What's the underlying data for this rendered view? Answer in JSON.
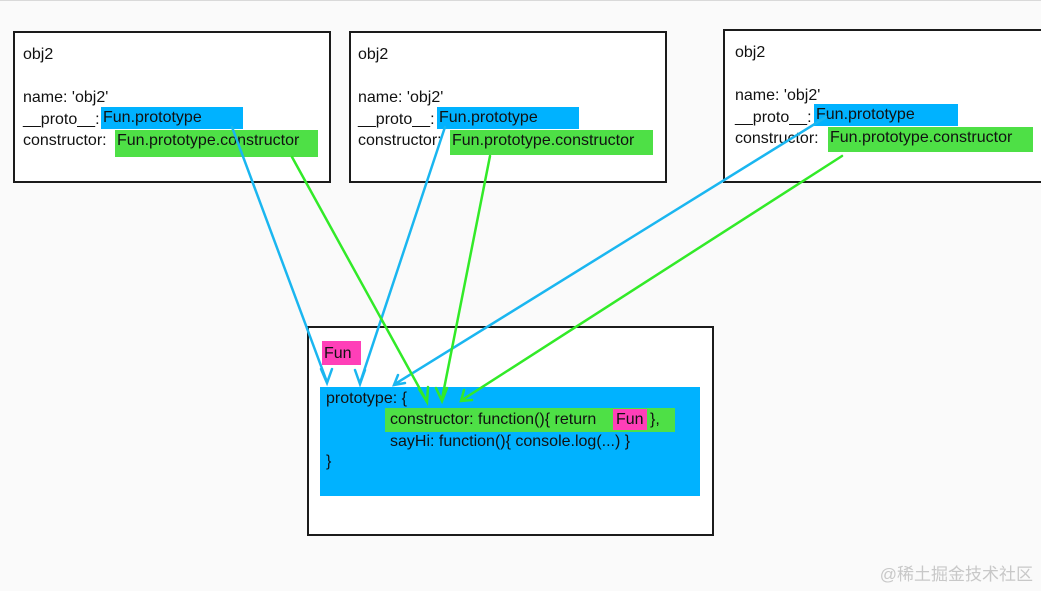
{
  "objects": [
    {
      "title": "obj2",
      "name_line": "name: 'obj2'",
      "proto_label": "__proto__:",
      "proto_value": "Fun.prototype",
      "constructor_label": "constructor:",
      "constructor_value": "Fun.prototype.constructor"
    },
    {
      "title": "obj2",
      "name_line": "name: 'obj2'",
      "proto_label": "__proto__:",
      "proto_value": "Fun.prototype",
      "constructor_label": "constructor:",
      "constructor_value": "Fun.prototype.constructor"
    },
    {
      "title": "obj2",
      "name_line": "name: 'obj2'",
      "proto_label": "__proto__:",
      "proto_value": "Fun.prototype",
      "constructor_label": "constructor:",
      "constructor_value": "Fun.prototype.constructor"
    }
  ],
  "fun": {
    "title": "Fun",
    "prototype_open": "prototype: {",
    "constructor_prefix": "constructor: function(){ return",
    "constructor_return": "Fun",
    "constructor_suffix": "},",
    "sayhi_line": "sayHi: function(){ console.log(...) }",
    "prototype_close": "}"
  },
  "colors": {
    "proto_blue": "#00b2ff",
    "constructor_green": "#4ee046",
    "fun_pink": "#ff3fb8",
    "arrow_blue": "#1ab6f0",
    "arrow_green": "#32ea28"
  },
  "watermark": "@稀土掘金技术社区"
}
